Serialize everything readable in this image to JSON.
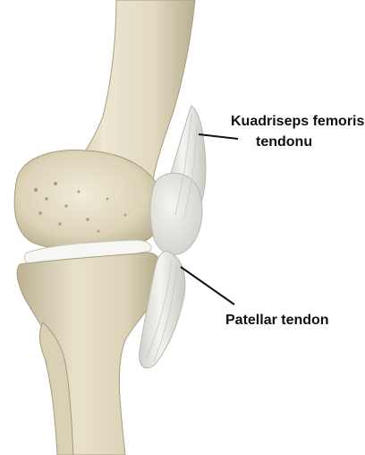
{
  "labels": {
    "quadriceps_line1": "Kuadriseps femoris",
    "quadriceps_line2": "tendonu",
    "patellar": "Patellar tendon"
  },
  "colors": {
    "bone_light": "#ece6d2",
    "bone_mid": "#d8cfb4",
    "bone_shadow": "#b9ae90",
    "tendon_light": "#f3f3ef",
    "tendon_mid": "#d9dad3",
    "cartilage": "#f6f6f2",
    "leader_line": "#111111"
  }
}
